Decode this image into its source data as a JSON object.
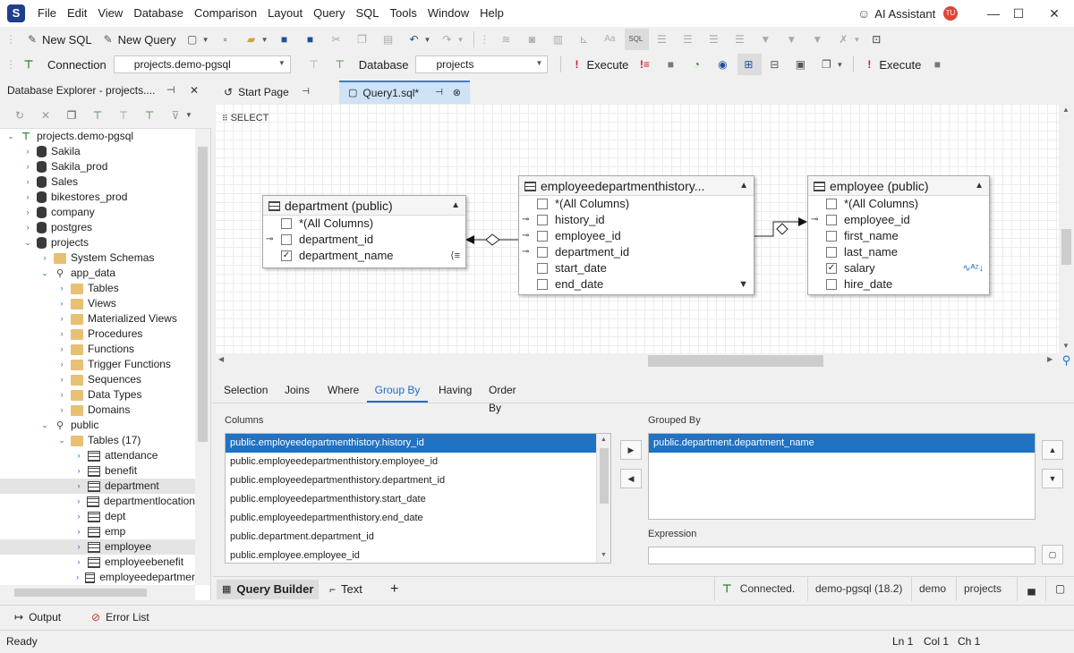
{
  "app": {
    "logo_letter": "S",
    "menu": [
      "File",
      "Edit",
      "View",
      "Database",
      "Comparison",
      "Layout",
      "Query",
      "SQL",
      "Tools",
      "Window",
      "Help"
    ],
    "ai_assistant": "AI Assistant",
    "user_initials": "TU"
  },
  "toolbar1": {
    "new_sql": "New SQL",
    "new_query": "New Query"
  },
  "toolbar2": {
    "connection_label": "Connection",
    "connection_value": "projects.demo-pgsql",
    "database_label": "Database",
    "database_value": "projects",
    "execute_label": "Execute",
    "execute_label_2": "Execute"
  },
  "explorer": {
    "title": "Database Explorer - projects....",
    "tree": [
      {
        "label": "projects.demo-pgsql",
        "type": "conn",
        "expanded": true
      },
      {
        "label": "Sakila",
        "type": "db"
      },
      {
        "label": "Sakila_prod",
        "type": "db"
      },
      {
        "label": "Sales",
        "type": "db"
      },
      {
        "label": "bikestores_prod",
        "type": "db"
      },
      {
        "label": "company",
        "type": "db"
      },
      {
        "label": "postgres",
        "type": "db"
      },
      {
        "label": "projects",
        "type": "db",
        "expanded": true
      },
      {
        "label": "System Schemas",
        "type": "folder"
      },
      {
        "label": "app_data",
        "type": "schema",
        "expanded": true
      },
      {
        "label": "Tables",
        "type": "folder"
      },
      {
        "label": "Views",
        "type": "folder"
      },
      {
        "label": "Materialized Views",
        "type": "folder"
      },
      {
        "label": "Procedures",
        "type": "folder"
      },
      {
        "label": "Functions",
        "type": "folder"
      },
      {
        "label": "Trigger Functions",
        "type": "folder"
      },
      {
        "label": "Sequences",
        "type": "folder"
      },
      {
        "label": "Data Types",
        "type": "folder"
      },
      {
        "label": "Domains",
        "type": "folder"
      },
      {
        "label": "public",
        "type": "schema",
        "expanded": true
      },
      {
        "label": "Tables (17)",
        "type": "folder",
        "expanded": true
      },
      {
        "label": "attendance",
        "type": "table"
      },
      {
        "label": "benefit",
        "type": "table"
      },
      {
        "label": "department",
        "type": "table",
        "selected": true
      },
      {
        "label": "departmentlocation",
        "type": "table"
      },
      {
        "label": "dept",
        "type": "table"
      },
      {
        "label": "emp",
        "type": "table"
      },
      {
        "label": "employee",
        "type": "table",
        "selected": true
      },
      {
        "label": "employeebenefit",
        "type": "table"
      },
      {
        "label": "employeedepartmer",
        "type": "table"
      }
    ]
  },
  "tabs": {
    "start_page": "Start Page",
    "query": "Query1.sql*"
  },
  "diagram": {
    "select_label": "SELECT",
    "entities": [
      {
        "title": "department (public)",
        "columns": [
          {
            "name": "*(All Columns)",
            "checked": false,
            "key": ""
          },
          {
            "name": "department_id",
            "checked": false,
            "key": "pk"
          },
          {
            "name": "department_name",
            "checked": true,
            "key": ""
          }
        ]
      },
      {
        "title": "employeedepartmenthistory...",
        "columns": [
          {
            "name": "*(All Columns)",
            "checked": false,
            "key": ""
          },
          {
            "name": "history_id",
            "checked": false,
            "key": "pk"
          },
          {
            "name": "employee_id",
            "checked": false,
            "key": "fk"
          },
          {
            "name": "department_id",
            "checked": false,
            "key": "fk"
          },
          {
            "name": "start_date",
            "checked": false,
            "key": ""
          },
          {
            "name": "end_date",
            "checked": false,
            "key": ""
          }
        ]
      },
      {
        "title": "employee (public)",
        "columns": [
          {
            "name": "*(All Columns)",
            "checked": false,
            "key": ""
          },
          {
            "name": "employee_id",
            "checked": false,
            "key": "pk"
          },
          {
            "name": "first_name",
            "checked": false,
            "key": ""
          },
          {
            "name": "last_name",
            "checked": false,
            "key": ""
          },
          {
            "name": "salary",
            "checked": true,
            "key": ""
          },
          {
            "name": "hire_date",
            "checked": false,
            "key": ""
          }
        ]
      }
    ]
  },
  "query_builder": {
    "tabs": [
      "Selection",
      "Joins",
      "Where",
      "Group By",
      "Having",
      "Order By"
    ],
    "active_tab": "Group By",
    "columns_label": "Columns",
    "columns": [
      "public.employeedepartmenthistory.history_id",
      "public.employeedepartmenthistory.employee_id",
      "public.employeedepartmenthistory.department_id",
      "public.employeedepartmenthistory.start_date",
      "public.employeedepartmenthistory.end_date",
      "public.department.department_id",
      "public.employee.employee_id"
    ],
    "grouped_by_label": "Grouped By",
    "grouped_by": [
      "public.department.department_name"
    ],
    "expression_label": "Expression",
    "expression_value": ""
  },
  "view_strip": {
    "query_builder": "Query Builder",
    "text": "Text",
    "add": "+",
    "connected": "Connected.",
    "server": "demo-pgsql (18.2)",
    "user": "demo",
    "database": "projects"
  },
  "bottom_panels": {
    "output": "Output",
    "error_list": "Error List"
  },
  "status": {
    "ready": "Ready",
    "ln": "Ln 1",
    "col": "Col 1",
    "ch": "Ch 1"
  }
}
